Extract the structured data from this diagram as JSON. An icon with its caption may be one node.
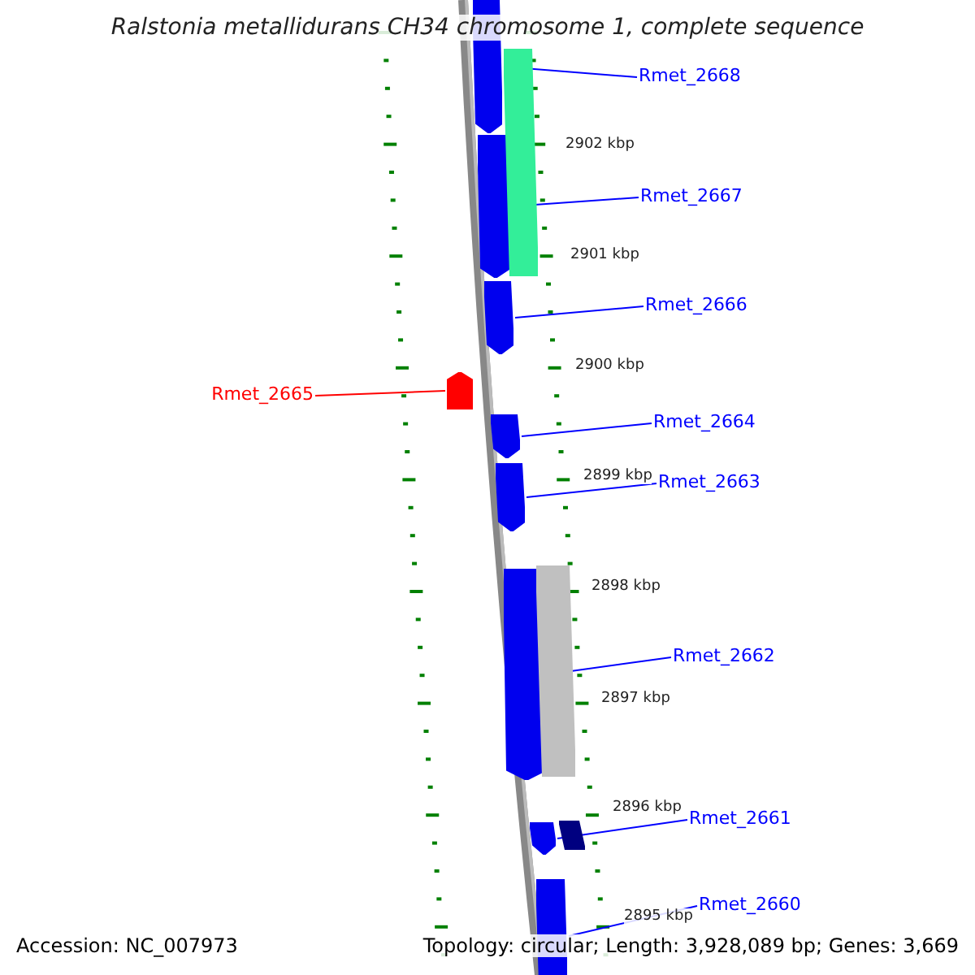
{
  "diagram": {
    "title": "Ralstonia metallidurans CH34 chromosome 1, complete sequence",
    "nodes": [
      {
        "text": [
          "Rmet_2668"
        ]
      },
      {
        "text": [],
        "shape": "bar"
      },
      {
        "text": [
          "Rmet_2667"
        ]
      },
      {
        "text": [],
        "shape": "bar"
      },
      {
        "text": [
          "Rmet_2666"
        ]
      },
      {
        "text": [],
        "shape": "bar"
      },
      {
        "text": [
          "Rmet_2665"
        ]
      },
      {
        "text": [],
        "shape": "bar"
      },
      {
        "text": [
          "Rmet_2664"
        ]
      },
      {
        "text": [],
        "shape": "bar"
      },
      {
        "text": [
          "Rmet_2663"
        ]
      },
      {
        "text": [],
        "shape": "bar"
      },
      {
        "text": [
          "Rmet_2662"
        ]
      },
      {
        "text": [],
        "shape": "bar"
      },
      {
        "text": [
          "Rmet_2661"
        ]
      },
      {
        "text": [],
        "shape": "bar"
      },
      {
        "text": [
          "Rmet_2660"
        ]
      },
      {
        "text": [],
        "shape": "bar"
      },
      {
        "text": [],
        "shape": "bar"
      },
      {
        "text": [],
        "shape": "bar"
      },
      {
        "text": [],
        "shape": "bar"
      }
    ],
    "edges": [
      {
        "from": 0,
        "to": 1,
        "arrow": "none"
      },
      {
        "from": 2,
        "to": 3,
        "arrow": "none"
      },
      {
        "from": 4,
        "to": 5,
        "arrow": "none"
      },
      {
        "from": 6,
        "to": 7,
        "arrow": "none",
        "color": "#ff0000"
      },
      {
        "from": 8,
        "to": 9,
        "arrow": "none"
      },
      {
        "from": 10,
        "to": 11,
        "arrow": "none"
      },
      {
        "from": 12,
        "to": 13,
        "arrow": "none"
      },
      {
        "from": 14,
        "to": 15,
        "arrow": "none"
      },
      {
        "from": 16,
        "to": 17,
        "arrow": "none"
      }
    ],
    "labels": [
      "2902 kbp",
      "2901 kbp",
      "2900 kbp",
      "2899 kbp",
      "2898 kbp",
      "2897 kbp",
      "2896 kbp",
      "2895 kbp",
      "Accession: NC_007973",
      "Topology: circular; Length: 3,928,089 bp; Genes: 3,669"
    ]
  }
}
